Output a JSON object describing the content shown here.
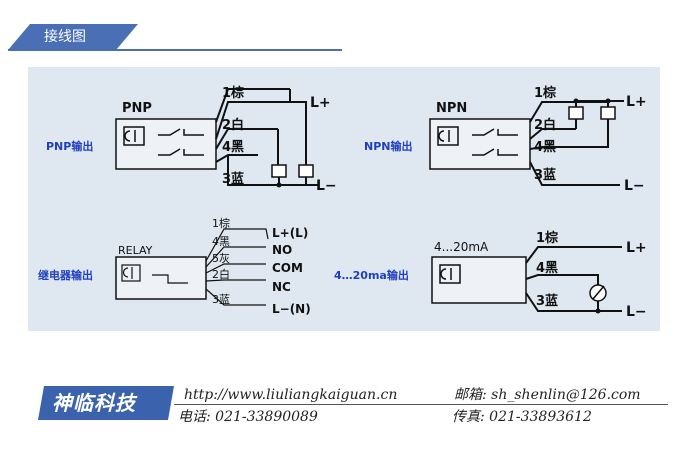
{
  "header": {
    "title": "接线图",
    "tab_color": "#4a6fb5"
  },
  "diagrams": {
    "pnp": {
      "side_label": "PNP输出",
      "block_label": "PNP",
      "wires": [
        "1棕",
        "2白",
        "4黑",
        "3蓝"
      ],
      "terminals": [
        "L+",
        "L−"
      ]
    },
    "npn": {
      "side_label": "NPN输出",
      "block_label": "NPN",
      "wires": [
        "1棕",
        "2白",
        "4黑",
        "3蓝"
      ],
      "terminals": [
        "L+",
        "L−"
      ]
    },
    "relay": {
      "side_label": "继电器输出",
      "block_label": "RELAY",
      "wires": [
        "1棕",
        "4黑",
        "5灰",
        "2白",
        "3蓝"
      ],
      "terminals": [
        "L+(L)",
        "NO",
        "COM",
        "NC",
        "L−(N)"
      ]
    },
    "analog": {
      "side_label": "4…20ma输出",
      "block_label": "4...20mA",
      "wires": [
        "1棕",
        "4黑",
        "3蓝"
      ],
      "terminals": [
        "L+",
        "L−"
      ]
    }
  },
  "footer": {
    "brand": "神临科技",
    "website": "http://www.liuliangkaiguan.cn",
    "email": "邮箱: sh_shenlin@126.com",
    "phone": "电话: 021-33890089",
    "fax": "传真: 021-33893612"
  },
  "colors": {
    "panel_bg": "#dfe8f1",
    "label_blue": "#1f3fbf",
    "brand_bg": "#3b63ad",
    "line": "#111111"
  }
}
